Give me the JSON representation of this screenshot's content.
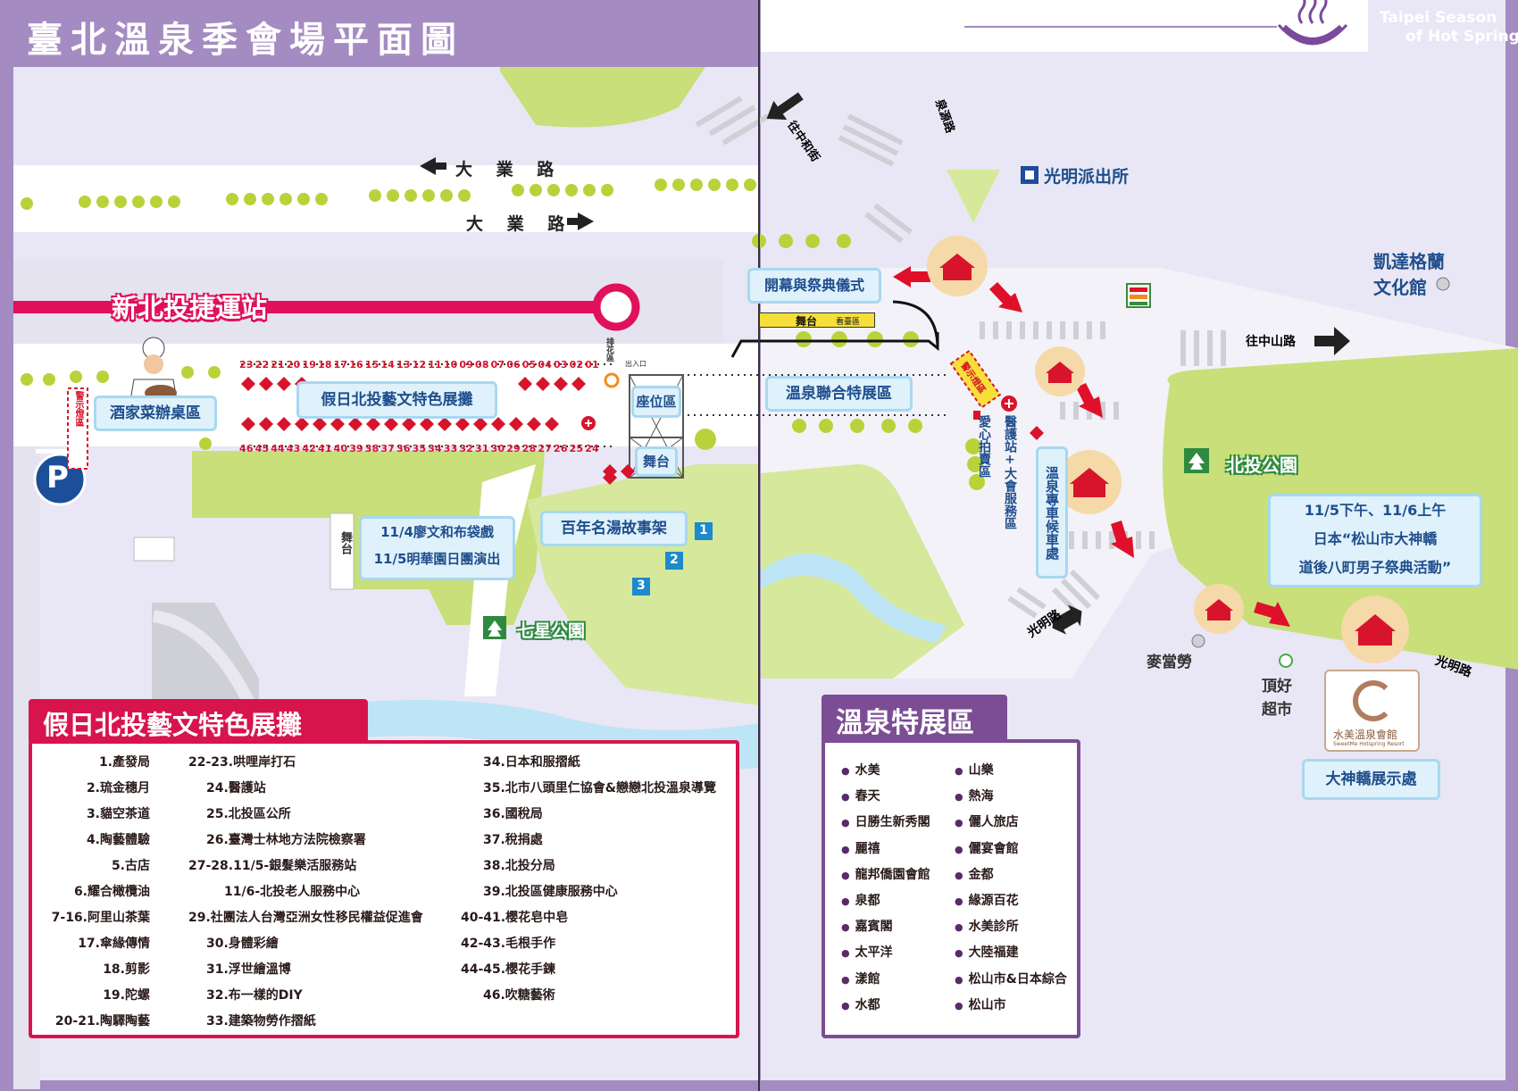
{
  "header": {
    "title": "臺北溫泉季會場平面圖",
    "brand_line1": "Taipei Season",
    "brand_line2": "of Hot Spring"
  },
  "colors": {
    "frame_purple": "#a48bc2",
    "header_purple": "#a58bc3",
    "lavender_bg": "#e9e7f5",
    "green_park": "#c8df7a",
    "mrt_red": "#e0105a",
    "light_blue_water": "#bde5f5",
    "accent_red": "#d8142c",
    "legend_purple": "#7c4d94"
  },
  "roads": {
    "dayeh_west": "大 業 路",
    "dayeh_east": "大 業 路",
    "to_zhonghe": "往中和街",
    "quanyuan": "泉源路",
    "to_zhongshan": "往中山路",
    "guangming_1": "光明路",
    "guangming_2": "光明路"
  },
  "landmarks": {
    "mrt_station": "新北投捷運站",
    "police": "光明派出所",
    "ketagalan_1": "凱達格蘭",
    "ketagalan_2": "文化館",
    "beitou_park": "北投公園",
    "qixing_park": "七星公園",
    "mcdonalds": "麥當勞",
    "wellcome_1": "頂好",
    "wellcome_2": "超市",
    "sweetme_name": "水美溫泉會館",
    "sweetme_en": "SweetMe Hotspring Resort",
    "parking": "P",
    "store_7": "7",
    "park_icon_1": "tree-icon",
    "park_icon_2": "tree-icon"
  },
  "zones": {
    "banquet": "酒家菜辦桌區",
    "weekend_market": "假日北投藝文特色展攤",
    "seating": "座位區",
    "stage": "舞台",
    "stage_small": "舞台",
    "stage_left": "舞台",
    "story_shelf": "百年名湯故事架",
    "show_line1": "11/4廖文和布袋戲",
    "show_line2": "11/5明華園日團演出",
    "opening": "開幕與祭典儀式",
    "stage_top": "舞台",
    "stage_top_sign": "看臺區",
    "hotspring_joint": "溫泉聯合特展區",
    "charity_auction": "愛心拍賣區",
    "medical_station": "醫護站+大會服務區",
    "shuttle": "溫泉專車候車處",
    "warning_left": "警示燈區",
    "warning_right": "警示燈區",
    "paihua": "排花區",
    "entrance_label": "出入口",
    "shrine_display": "大神轎展示處",
    "event_line1": "11/5下午、11/6上午",
    "event_line2": "日本“松山市大神轎",
    "event_line3": "道後八町男子祭典活動”"
  },
  "booth_numbers": {
    "top": [
      "23",
      "22",
      "21",
      "20",
      "19",
      "18",
      "17",
      "16",
      "15",
      "14",
      "13",
      "12",
      "11",
      "10",
      "09",
      "08",
      "07",
      "06",
      "05",
      "04",
      "03",
      "02",
      "01"
    ],
    "bottom": [
      "46",
      "45",
      "44",
      "43",
      "42",
      "41",
      "40",
      "39",
      "38",
      "37",
      "36",
      "35",
      "34",
      "33",
      "32",
      "31",
      "30",
      "29",
      "28",
      "27",
      "26",
      "25",
      "24"
    ]
  },
  "site_numbers": [
    "1",
    "2",
    "3"
  ],
  "legend_market": {
    "title": "假日北投藝文特色展攤",
    "col1": [
      "1.產發局",
      "2.琉金穗月",
      "3.貓空茶道",
      "4.陶藝體驗",
      "5.古店",
      "6.耀合橄欖油",
      "7-16.阿里山茶葉",
      "17.傘緣傳情",
      "18.剪影",
      "19.陀螺",
      "20-21.陶驛陶藝"
    ],
    "col2": [
      "22-23.哄哩岸打石",
      "24.醫護站",
      "25.北投區公所",
      "26.臺灣士林地方法院檢察署",
      "27-28.11/5-銀髮樂活服務站",
      "11/6-北投老人服務中心",
      "29.社團法人台灣亞洲女性移民權益促進會",
      "30.身體彩繪",
      "31.浮世繪溫博",
      "32.布一樣的DIY",
      "33.建築物勞作摺紙"
    ],
    "col3": [
      "34.日本和服摺紙",
      "35.北市八頭里仁協會&戀戀北投溫泉導覽",
      "36.國稅局",
      "37.稅捐處",
      "38.北投分局",
      "39.北投區健康服務中心",
      "40-41.櫻花皂中皂",
      "42-43.毛根手作",
      "44-45.櫻花手鍊",
      "46.吹糖藝術"
    ]
  },
  "legend_hotspring": {
    "title": "溫泉特展區",
    "col1": [
      "水美",
      "春天",
      "日勝生新秀閣",
      "麗禧",
      "龍邦僑園會館",
      "泉都",
      "嘉賓閣",
      "太平洋",
      "漾館",
      "水都"
    ],
    "col2": [
      "山樂",
      "熱海",
      "儷人旅店",
      "儷宴會館",
      "金都",
      "緣源百花",
      "水美診所",
      "大陸福建",
      "松山市&日本綜合",
      "松山市"
    ]
  }
}
